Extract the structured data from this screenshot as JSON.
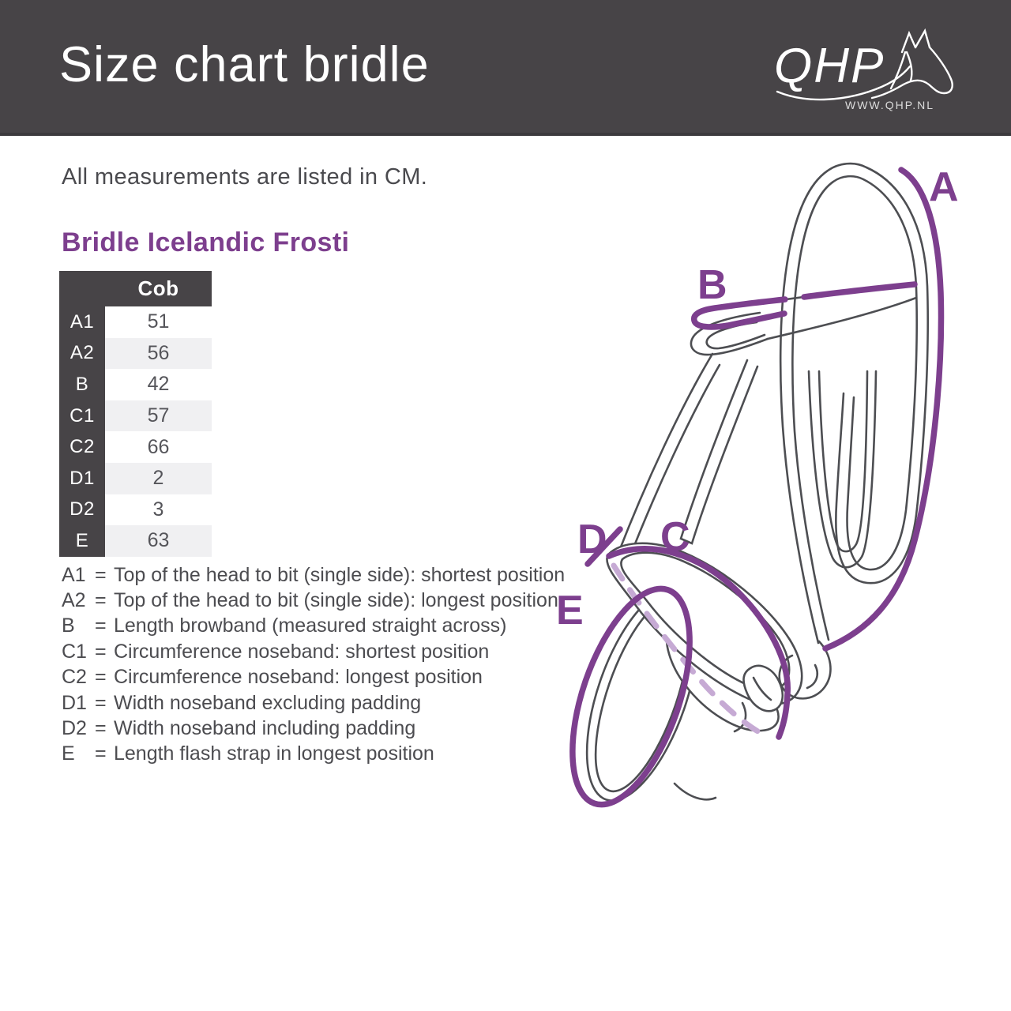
{
  "header": {
    "title": "Size chart bridle",
    "logo": {
      "brand": "QHP",
      "website": "WWW.QHP.NL"
    }
  },
  "intro": {
    "text": "All measurements are listed in CM."
  },
  "product": {
    "title": "Bridle Icelandic Frosti"
  },
  "size_table": {
    "column_header": "Cob",
    "rows": [
      {
        "label": "A1",
        "value": "51"
      },
      {
        "label": "A2",
        "value": "56"
      },
      {
        "label": "B",
        "value": "42"
      },
      {
        "label": "C1",
        "value": "57"
      },
      {
        "label": "C2",
        "value": "66"
      },
      {
        "label": "D1",
        "value": "2"
      },
      {
        "label": "D2",
        "value": "3"
      },
      {
        "label": "E",
        "value": "63"
      }
    ]
  },
  "ui": {
    "equals": "="
  },
  "legend": [
    {
      "key": "A1",
      "description": "Top of the head to bit (single side): shortest position"
    },
    {
      "key": "A2",
      "description": "Top of the head to bit (single side): longest position"
    },
    {
      "key": "B",
      "description": "Length browband (measured straight across)"
    },
    {
      "key": "C1",
      "description": "Circumference noseband: shortest position"
    },
    {
      "key": "C2",
      "description": "Circumference noseband: longest position"
    },
    {
      "key": "D1",
      "description": "Width noseband excluding padding"
    },
    {
      "key": "D2",
      "description": "Width noseband including padding"
    },
    {
      "key": "E",
      "description": "Length flash strap in longest position"
    }
  ],
  "diagram": {
    "labels": {
      "a": "A",
      "b": "B",
      "c": "C",
      "d": "D",
      "e": "E"
    }
  },
  "colors": {
    "header_bg": "#474447",
    "accent_purple": "#7d3f8e",
    "accent_purple_light": "#c6aad4",
    "line_gray": "#4d4e52",
    "row_alt": "#f0f0f2"
  }
}
